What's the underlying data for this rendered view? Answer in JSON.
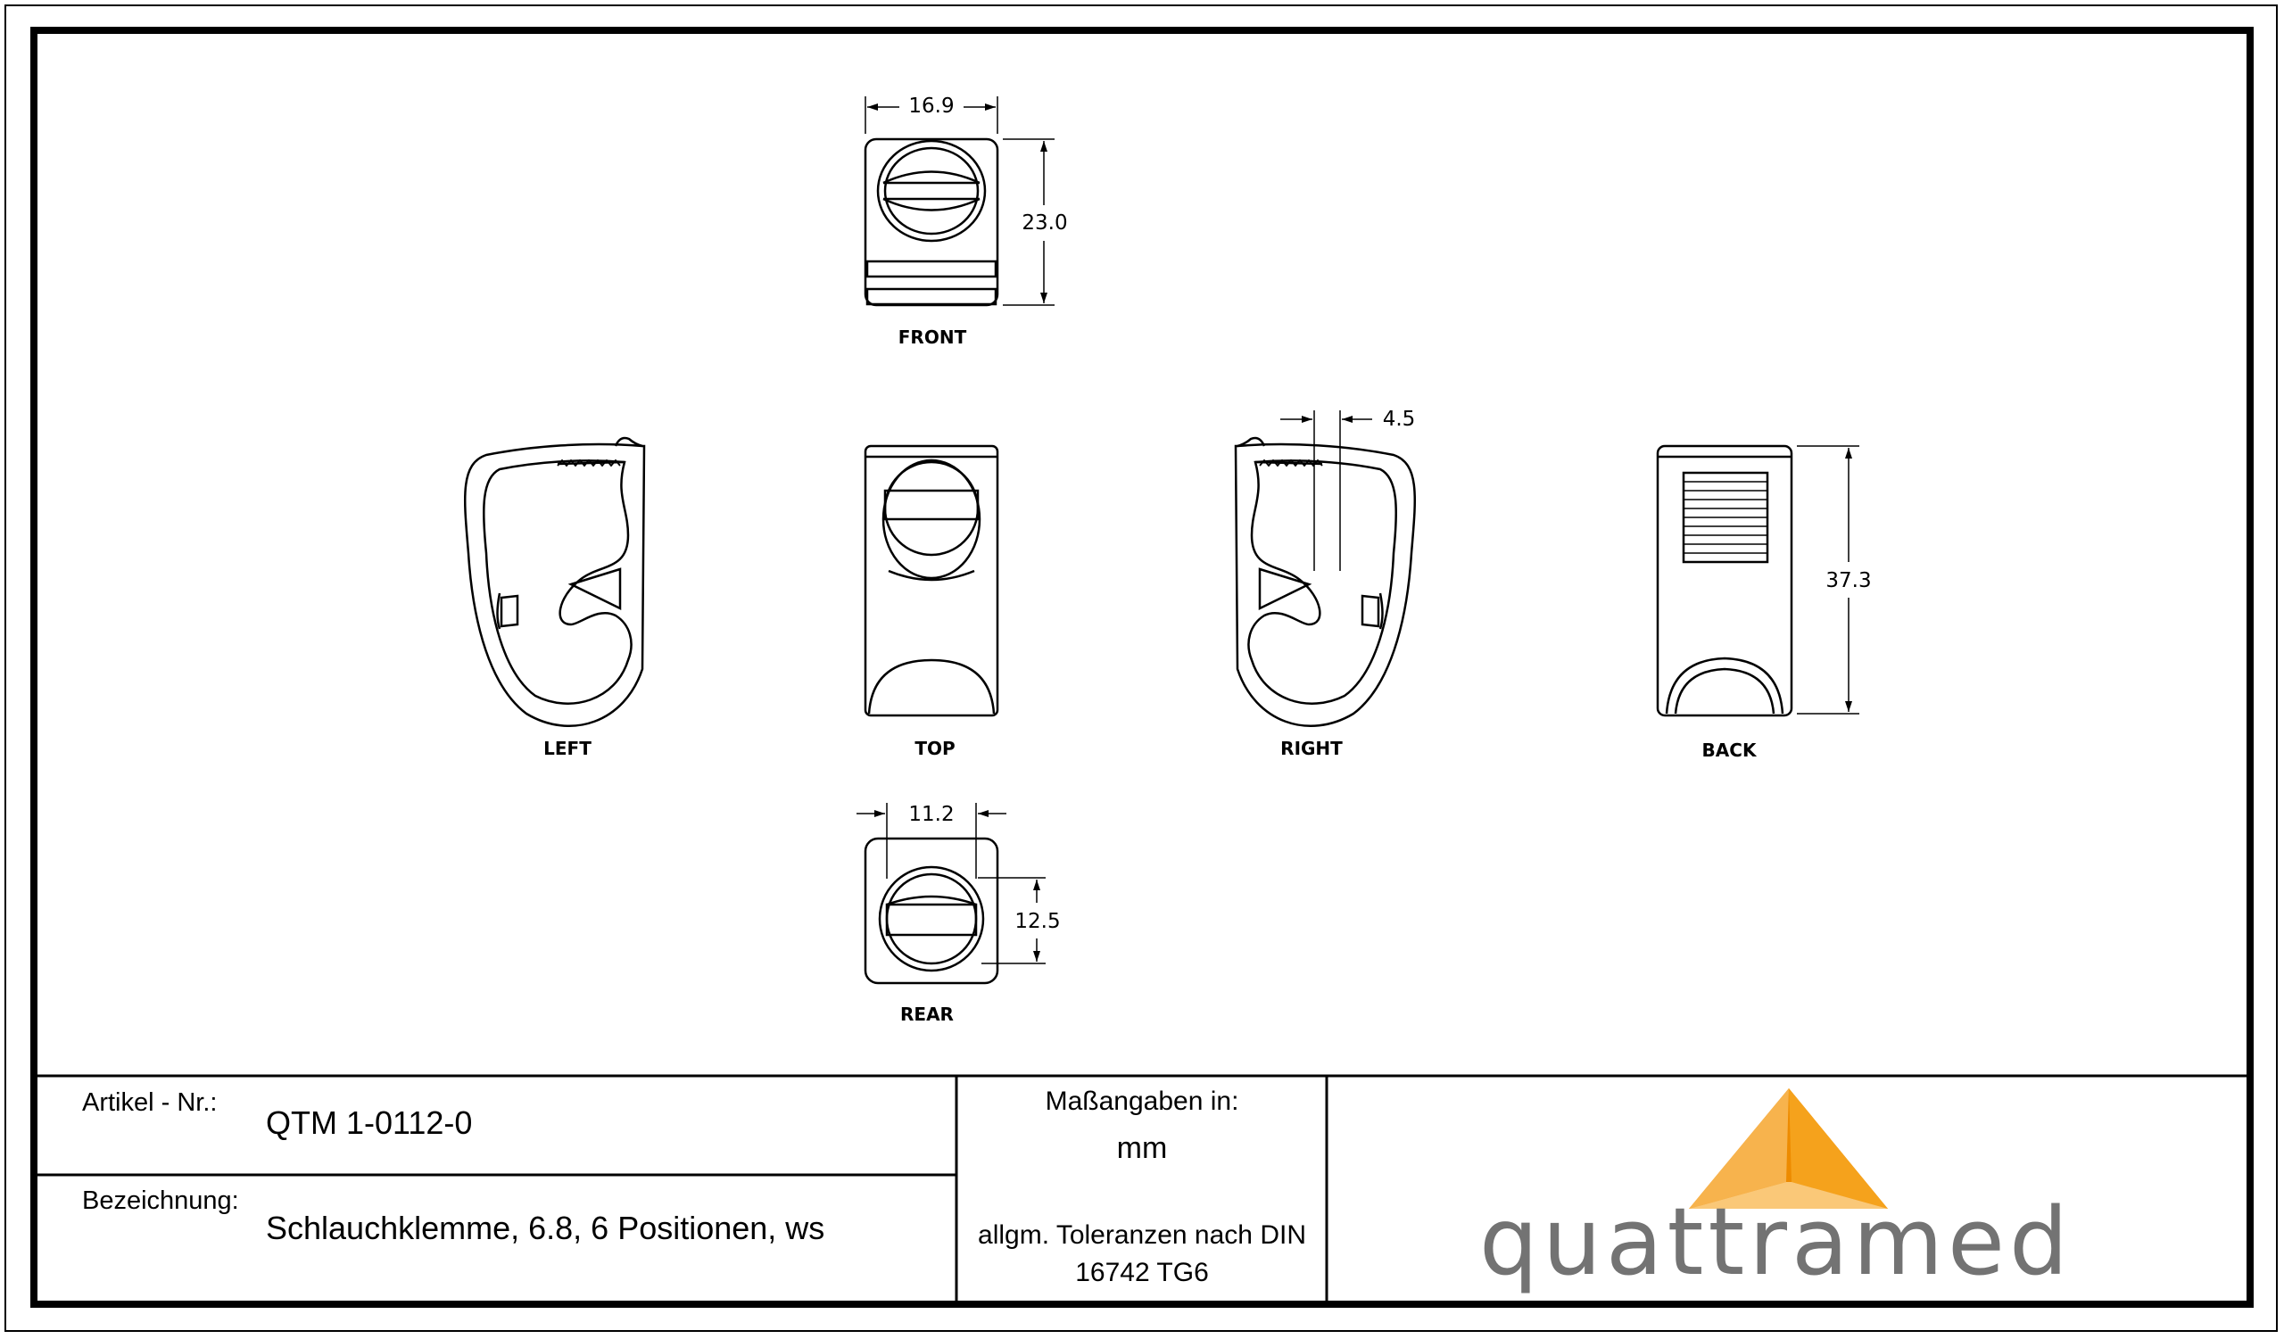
{
  "views": {
    "front": "FRONT",
    "left": "LEFT",
    "top": "TOP",
    "right": "RIGHT",
    "back": "BACK",
    "rear": "REAR"
  },
  "dimensions": {
    "front_width": "16.9",
    "front_height": "23.0",
    "right_offset": "4.5",
    "back_height": "37.3",
    "rear_width": "11.2",
    "rear_height": "12.5"
  },
  "title_block": {
    "article_label": "Artikel - Nr.:",
    "article_value": "QTM 1-0112-0",
    "designation_label": "Bezeichnung:",
    "designation_value": "Schlauchklemme, 6.8, 6 Positionen, ws",
    "units_label": "Maßangaben in:",
    "units_value": "mm",
    "tolerance_line1": "allgm. Toleranzen nach DIN",
    "tolerance_line2": "16742 TG6"
  },
  "logo": {
    "name": "quattramed",
    "colors": {
      "top": "#ed8b00",
      "left": "#f7b34d",
      "right": "#f5a21c",
      "bottom": "#fac878",
      "text": "#737373"
    }
  }
}
